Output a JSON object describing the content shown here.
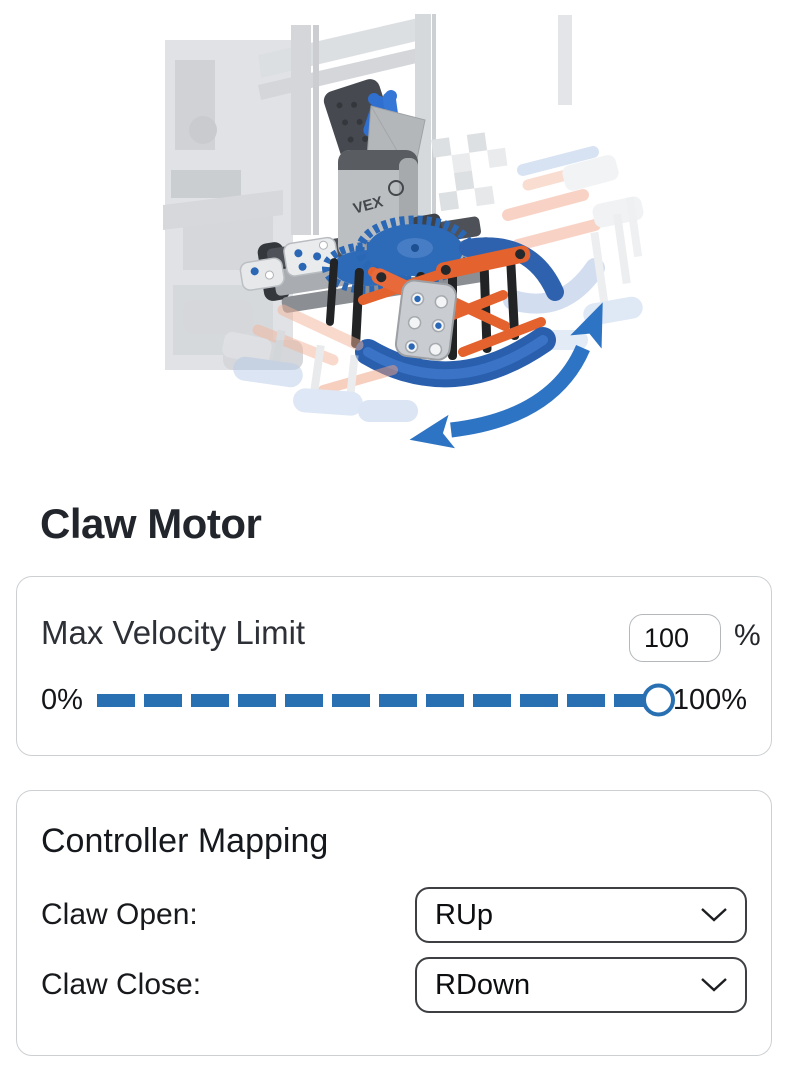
{
  "page_title": "Claw Motor",
  "colors": {
    "accent": "#2970b3",
    "arrow": "#2e74c4"
  },
  "illustration": {
    "alt": "VEX IQ claw mechanism with faded rotation-range ghosts and a curved double-headed rotation arrow"
  },
  "velocity_card": {
    "label": "Max Velocity Limit",
    "value": "100",
    "unit": "%",
    "slider": {
      "min_label": "0%",
      "max_label": "100%",
      "value_percent": 100
    }
  },
  "mapping_card": {
    "title": "Controller Mapping",
    "rows": [
      {
        "label": "Claw Open:",
        "value": "RUp"
      },
      {
        "label": "Claw Close:",
        "value": "RDown"
      }
    ]
  }
}
